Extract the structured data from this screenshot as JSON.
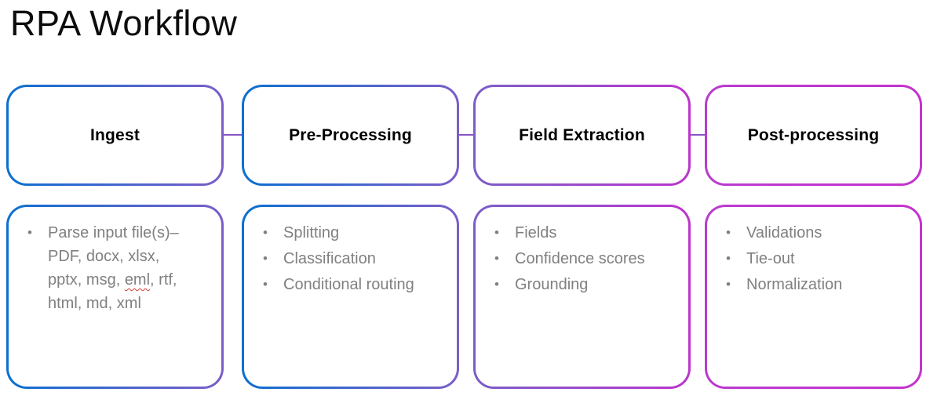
{
  "title": "RPA Workflow",
  "bullet_char": "•",
  "colors": {
    "gradient_blue": "#0b70d1",
    "gradient_purple": "#7b5ec8",
    "gradient_magenta": "#bc35cd",
    "connector_purple": "#8a55c6",
    "body_text_gray": "#808080",
    "heading_black": "#000000",
    "spellcheck_red": "#d83a34"
  },
  "stages": [
    {
      "label": "Ingest",
      "bullet": {
        "line1": "Parse input file(s)–",
        "line2": "PDF, docx, xlsx,",
        "line3_pre": "pptx, msg, ",
        "line3_misspelled": "eml",
        "line3_post": ", rtf,",
        "line4": "html, md, xml"
      }
    },
    {
      "label": "Pre-Processing",
      "items": [
        "Splitting",
        "Classification",
        "Conditional routing"
      ]
    },
    {
      "label": "Field Extraction",
      "items": [
        "Fields",
        "Confidence scores",
        "Grounding"
      ]
    },
    {
      "label": "Post-processing",
      "items": [
        "Validations",
        "Tie-out",
        "Normalization"
      ]
    }
  ]
}
